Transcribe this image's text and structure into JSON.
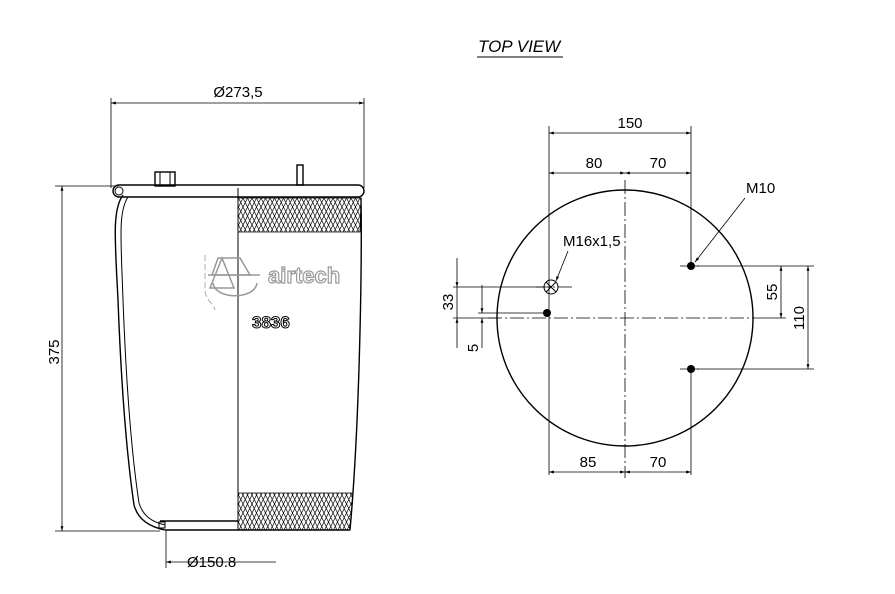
{
  "side_view": {
    "diameter_top": "Ø273,5",
    "diameter_bottom": "Ø150.8",
    "height": "375",
    "brand": "airtech",
    "part_number": "3836"
  },
  "top_view": {
    "title": "TOP VIEW",
    "dim_total_width": "150",
    "dim_top_left": "80",
    "dim_top_right": "70",
    "dim_bottom_left": "85",
    "dim_bottom_right": "70",
    "dim_right_inner": "55",
    "dim_right_outer": "110",
    "dim_left_outer": "33",
    "dim_left_inner": "5",
    "label_air_inlet": "M16x1,5",
    "label_stud": "M10"
  }
}
